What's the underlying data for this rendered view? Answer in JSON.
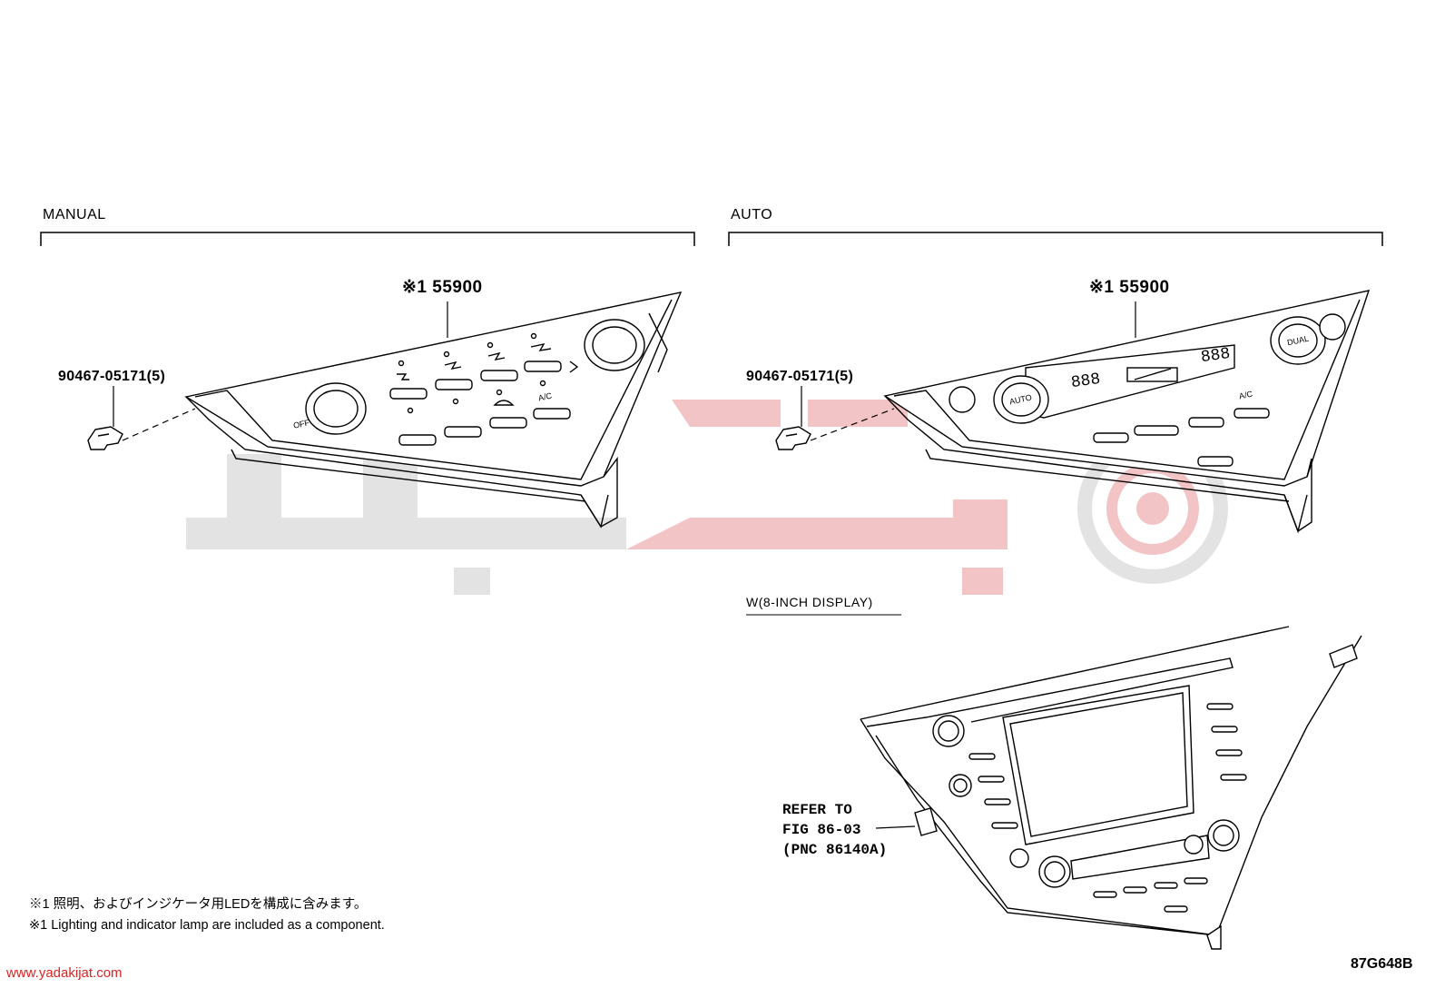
{
  "sections": {
    "manual": {
      "title": "MANUAL",
      "part_number": "※1 55900",
      "clip_number": "90467-05171(5)"
    },
    "auto": {
      "title": "AUTO",
      "part_number": "※1 55900",
      "clip_number": "90467-05171(5)"
    },
    "display": {
      "title": "W(8-INCH DISPLAY)",
      "refer_lines": [
        "REFER TO",
        "FIG 86-03",
        "(PNC 86140A)"
      ]
    }
  },
  "panel_labels": {
    "manual_off": "OFF",
    "manual_ac": "A/C",
    "auto_auto": "AUTO",
    "auto_dual": "DUAL",
    "auto_ac": "A/C",
    "auto_display": "888"
  },
  "notes": {
    "japanese": "※1 照明、およびインジケータ用LEDを構成に含みます。",
    "english": "※1 Lighting and indicator lamp are included as a component."
  },
  "watermark": "www.yadakijat.com",
  "diagram_code": "87G648B",
  "colors": {
    "line": "#000000",
    "watermark_grey": "#d9d9d9",
    "watermark_red": "#f0b8bb",
    "watermark_text": "#dd2222"
  }
}
